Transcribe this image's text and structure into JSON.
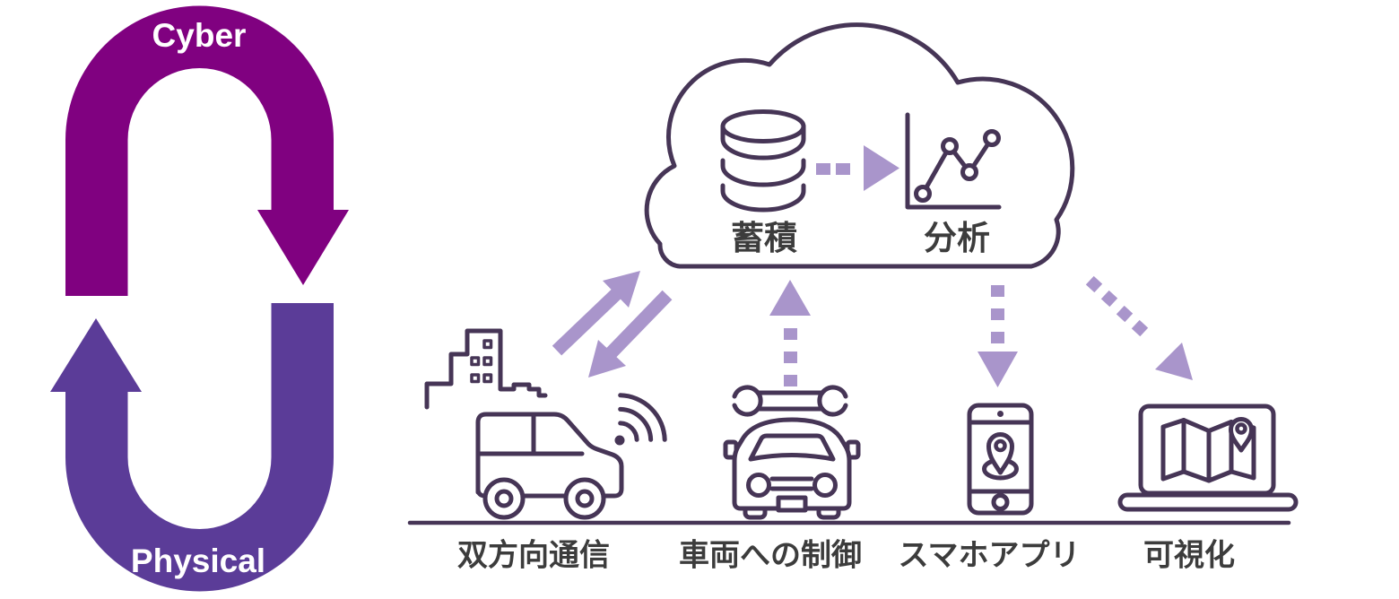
{
  "cycle": {
    "cyber_label": "Cyber",
    "physical_label": "Physical"
  },
  "cloud": {
    "storage_label": "蓄積",
    "analysis_label": "分析"
  },
  "ground_items": [
    {
      "label": "双方向通信",
      "icon": "city-car-wifi-icon"
    },
    {
      "label": "車両への制御",
      "icon": "wrench-car-icon"
    },
    {
      "label": "スマホアプリ",
      "icon": "smartphone-location-icon"
    },
    {
      "label": "可視化",
      "icon": "laptop-map-icon"
    }
  ],
  "colors": {
    "cyber_magenta": "#800180",
    "physical_violet": "#5B3C98",
    "arrow_lavender": "#A995CB",
    "outline_dark": "#463556",
    "label_gray": "#3C3C3C",
    "background": "#FFFFFF"
  }
}
